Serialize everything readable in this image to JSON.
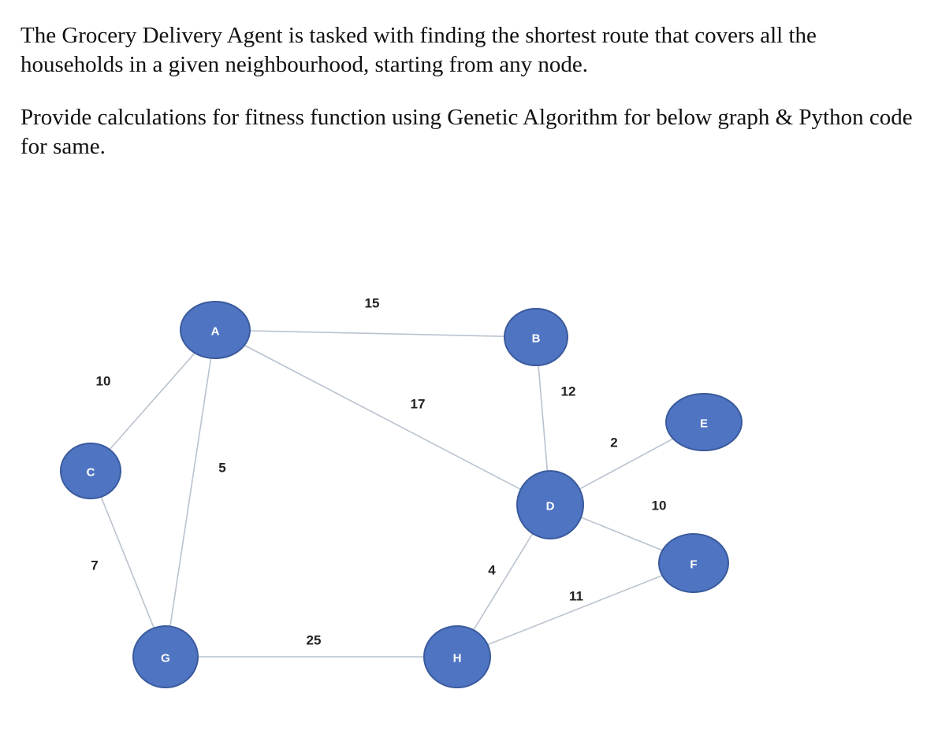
{
  "question": {
    "paragraph_1": "The Grocery Delivery Agent is tasked with finding the shortest route that covers all the households in a given neighbourhood, starting from any node.",
    "paragraph_2": "Provide calculations for fitness function using Genetic Algorithm for below graph & Python code for same."
  },
  "graph": {
    "node_color": "#4f74c2",
    "edge_color": "#b9c3cf",
    "nodes": [
      "A",
      "B",
      "C",
      "D",
      "E",
      "F",
      "G",
      "H"
    ],
    "edges": [
      {
        "from": "A",
        "to": "B",
        "weight": "15"
      },
      {
        "from": "A",
        "to": "C",
        "weight": "10"
      },
      {
        "from": "A",
        "to": "G",
        "weight": "5"
      },
      {
        "from": "A",
        "to": "D",
        "weight": "17"
      },
      {
        "from": "B",
        "to": "D",
        "weight": "12"
      },
      {
        "from": "D",
        "to": "E",
        "weight": "2"
      },
      {
        "from": "D",
        "to": "F",
        "weight": "10"
      },
      {
        "from": "D",
        "to": "H",
        "weight": "4"
      },
      {
        "from": "C",
        "to": "G",
        "weight": "7"
      },
      {
        "from": "G",
        "to": "H",
        "weight": "25"
      },
      {
        "from": "H",
        "to": "F",
        "weight": "11"
      }
    ]
  }
}
